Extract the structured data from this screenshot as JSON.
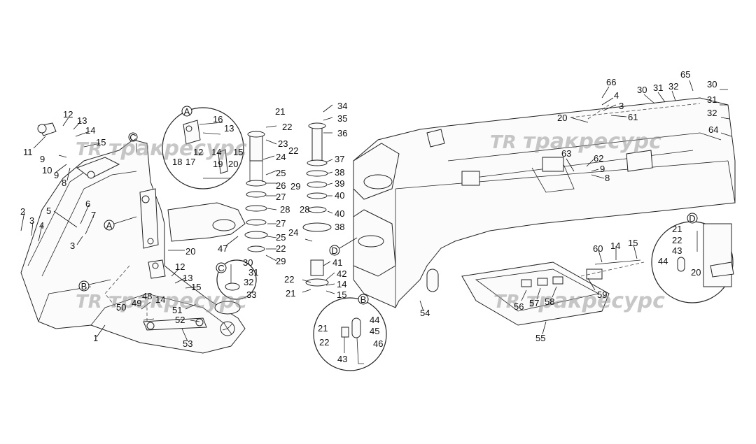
{
  "watermark": {
    "logo": "TR",
    "text": "тракресурс"
  },
  "detail_views": [
    {
      "letter": "A"
    },
    {
      "letter": "B"
    },
    {
      "letter": "C"
    },
    {
      "letter": "D"
    }
  ],
  "view_markers": [
    "A",
    "B",
    "C",
    "D",
    "A",
    "B",
    "C",
    "D"
  ],
  "callouts": [
    "1",
    "2",
    "3",
    "4",
    "5",
    "6",
    "7",
    "3",
    "8",
    "9",
    "10",
    "9",
    "11",
    "12",
    "13",
    "14",
    "15",
    "12",
    "13",
    "14",
    "15",
    "16",
    "13",
    "12",
    "14",
    "15",
    "18",
    "17",
    "19",
    "20",
    "20",
    "21",
    "22",
    "23",
    "24",
    "25",
    "26",
    "27",
    "28",
    "27",
    "25",
    "22",
    "29",
    "47",
    "30",
    "31",
    "32",
    "33",
    "34",
    "35",
    "36",
    "22",
    "37",
    "38",
    "39",
    "40",
    "28",
    "40",
    "38",
    "29",
    "24",
    "41",
    "42",
    "14",
    "15",
    "22",
    "21",
    "21",
    "22",
    "43",
    "44",
    "45",
    "46",
    "48",
    "49",
    "50",
    "51",
    "52",
    "53",
    "54",
    "55",
    "56",
    "57",
    "58",
    "59",
    "60",
    "14",
    "15",
    "21",
    "22",
    "43",
    "44",
    "20",
    "20",
    "61",
    "3",
    "4",
    "66",
    "62",
    "9",
    "8",
    "63",
    "30",
    "31",
    "32",
    "65",
    "30",
    "31",
    "32",
    "64"
  ]
}
